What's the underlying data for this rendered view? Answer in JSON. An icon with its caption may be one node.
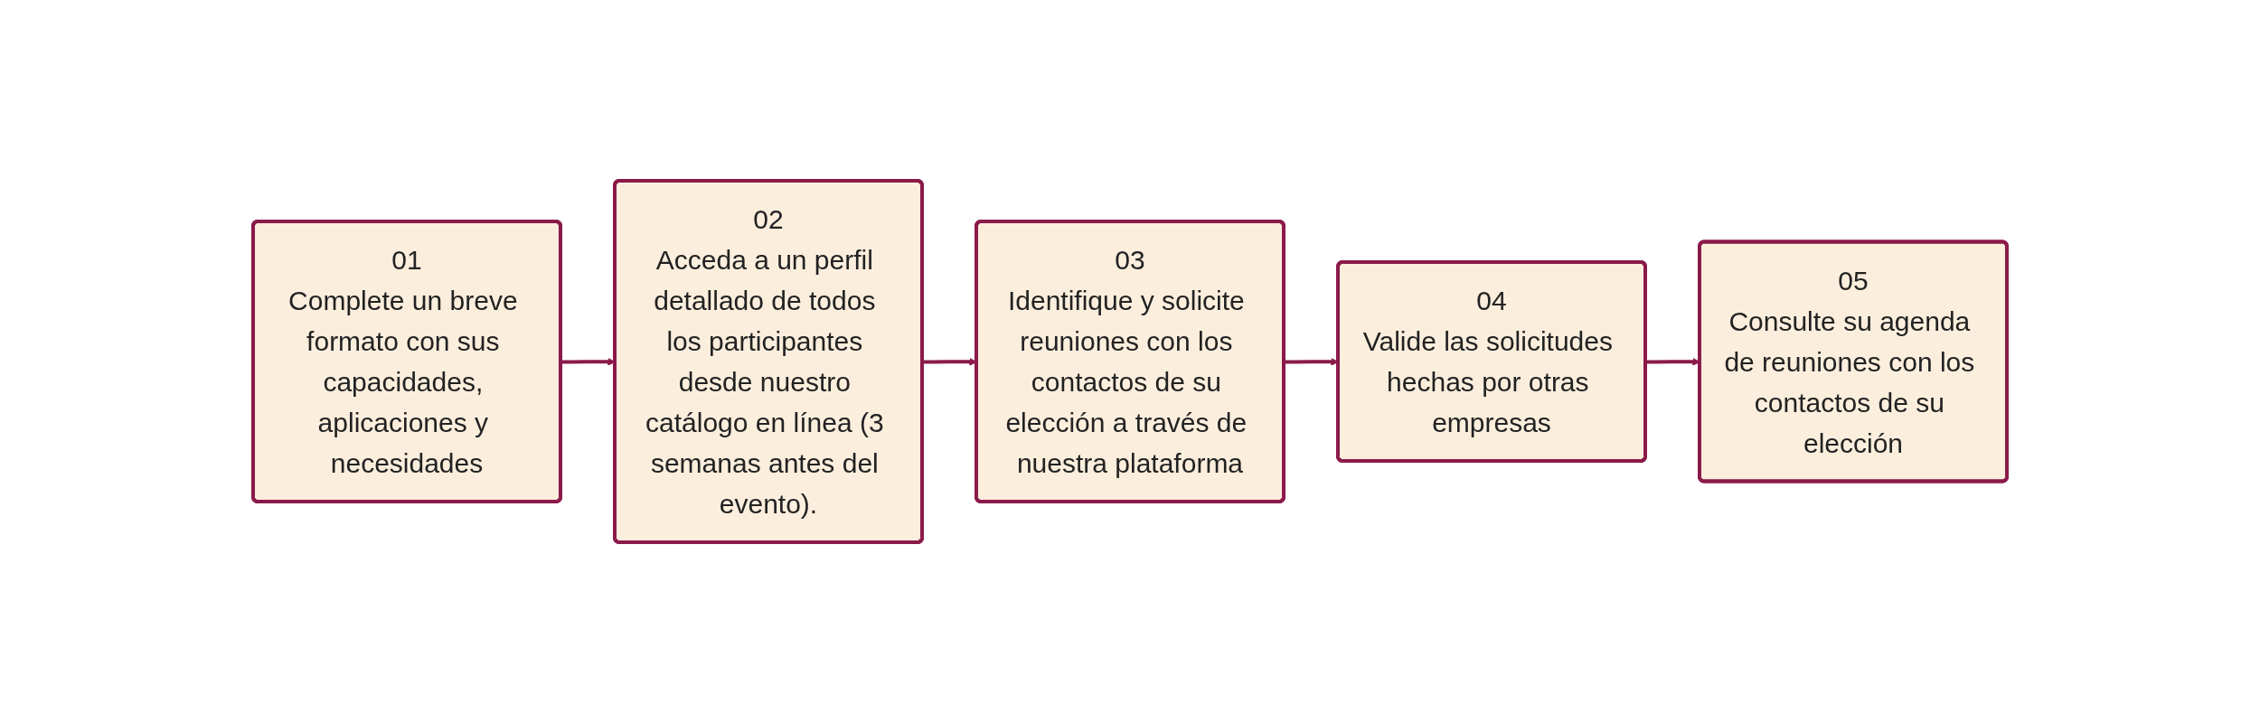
{
  "diagram": {
    "nodes": [
      {
        "text": [
          "01",
          "Complete un breve formato con sus capacidades, aplicaciones y necesidades"
        ]
      },
      {
        "text": [
          "02",
          "Acceda a un perfil detallado de todos los participantes desde nuestro catálogo en línea (3 semanas antes del evento)."
        ]
      },
      {
        "text": [
          "03",
          "Identifique y solicite reuniones con los contactos de su elección a través de nuestra plataforma"
        ]
      },
      {
        "text": [
          "04",
          "Valide las solicitudes hechas por otras empresas"
        ]
      },
      {
        "text": [
          "05",
          "Consulte su agenda de reuniones con los contactos de su elección"
        ]
      }
    ],
    "edges": [
      {
        "from": 0,
        "to": 1,
        "arrow": "to"
      },
      {
        "from": 1,
        "to": 2,
        "arrow": "to"
      },
      {
        "from": 2,
        "to": 3,
        "arrow": "to"
      },
      {
        "from": 3,
        "to": 4,
        "arrow": "to"
      }
    ]
  }
}
